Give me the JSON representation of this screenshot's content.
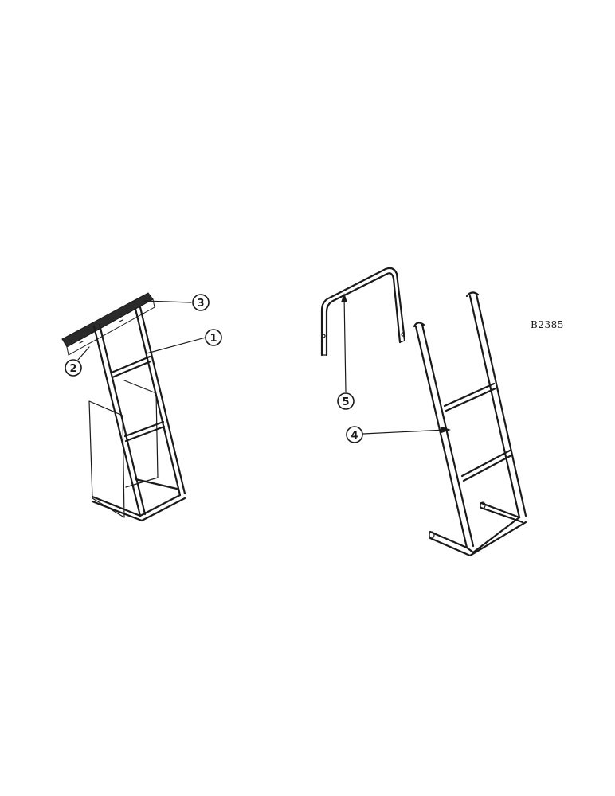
{
  "reference_code": "B2385",
  "callouts": [
    {
      "id": "1",
      "label": "1"
    },
    {
      "id": "2",
      "label": "2"
    },
    {
      "id": "3",
      "label": "3"
    },
    {
      "id": "4",
      "label": "4"
    },
    {
      "id": "5",
      "label": "5"
    }
  ]
}
